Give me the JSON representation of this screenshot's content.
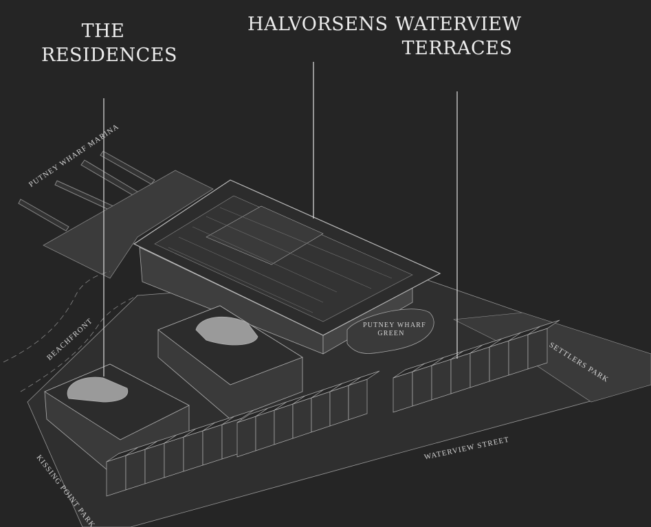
{
  "titles": {
    "residences": [
      "THE",
      "RESIDENCES"
    ],
    "halvorsens": "HALVORSENS",
    "waterview": [
      "WATERVIEW",
      "TERRACES"
    ]
  },
  "places": {
    "marina": "PUTNEY WHARF MARINA",
    "beachfront": "BEACHFRONT",
    "green": [
      "PUTNEY WHARF",
      "GREEN"
    ],
    "settlers": "SETTLERS PARK",
    "street": "WATERVIEW STREET",
    "kissing": "KISSING POINT PARK"
  },
  "colors": {
    "background": "#252525",
    "label": "#ececec",
    "linework": "#9a9a9a",
    "surface": "#3a3a3a",
    "roof": "#2e2e2e"
  }
}
